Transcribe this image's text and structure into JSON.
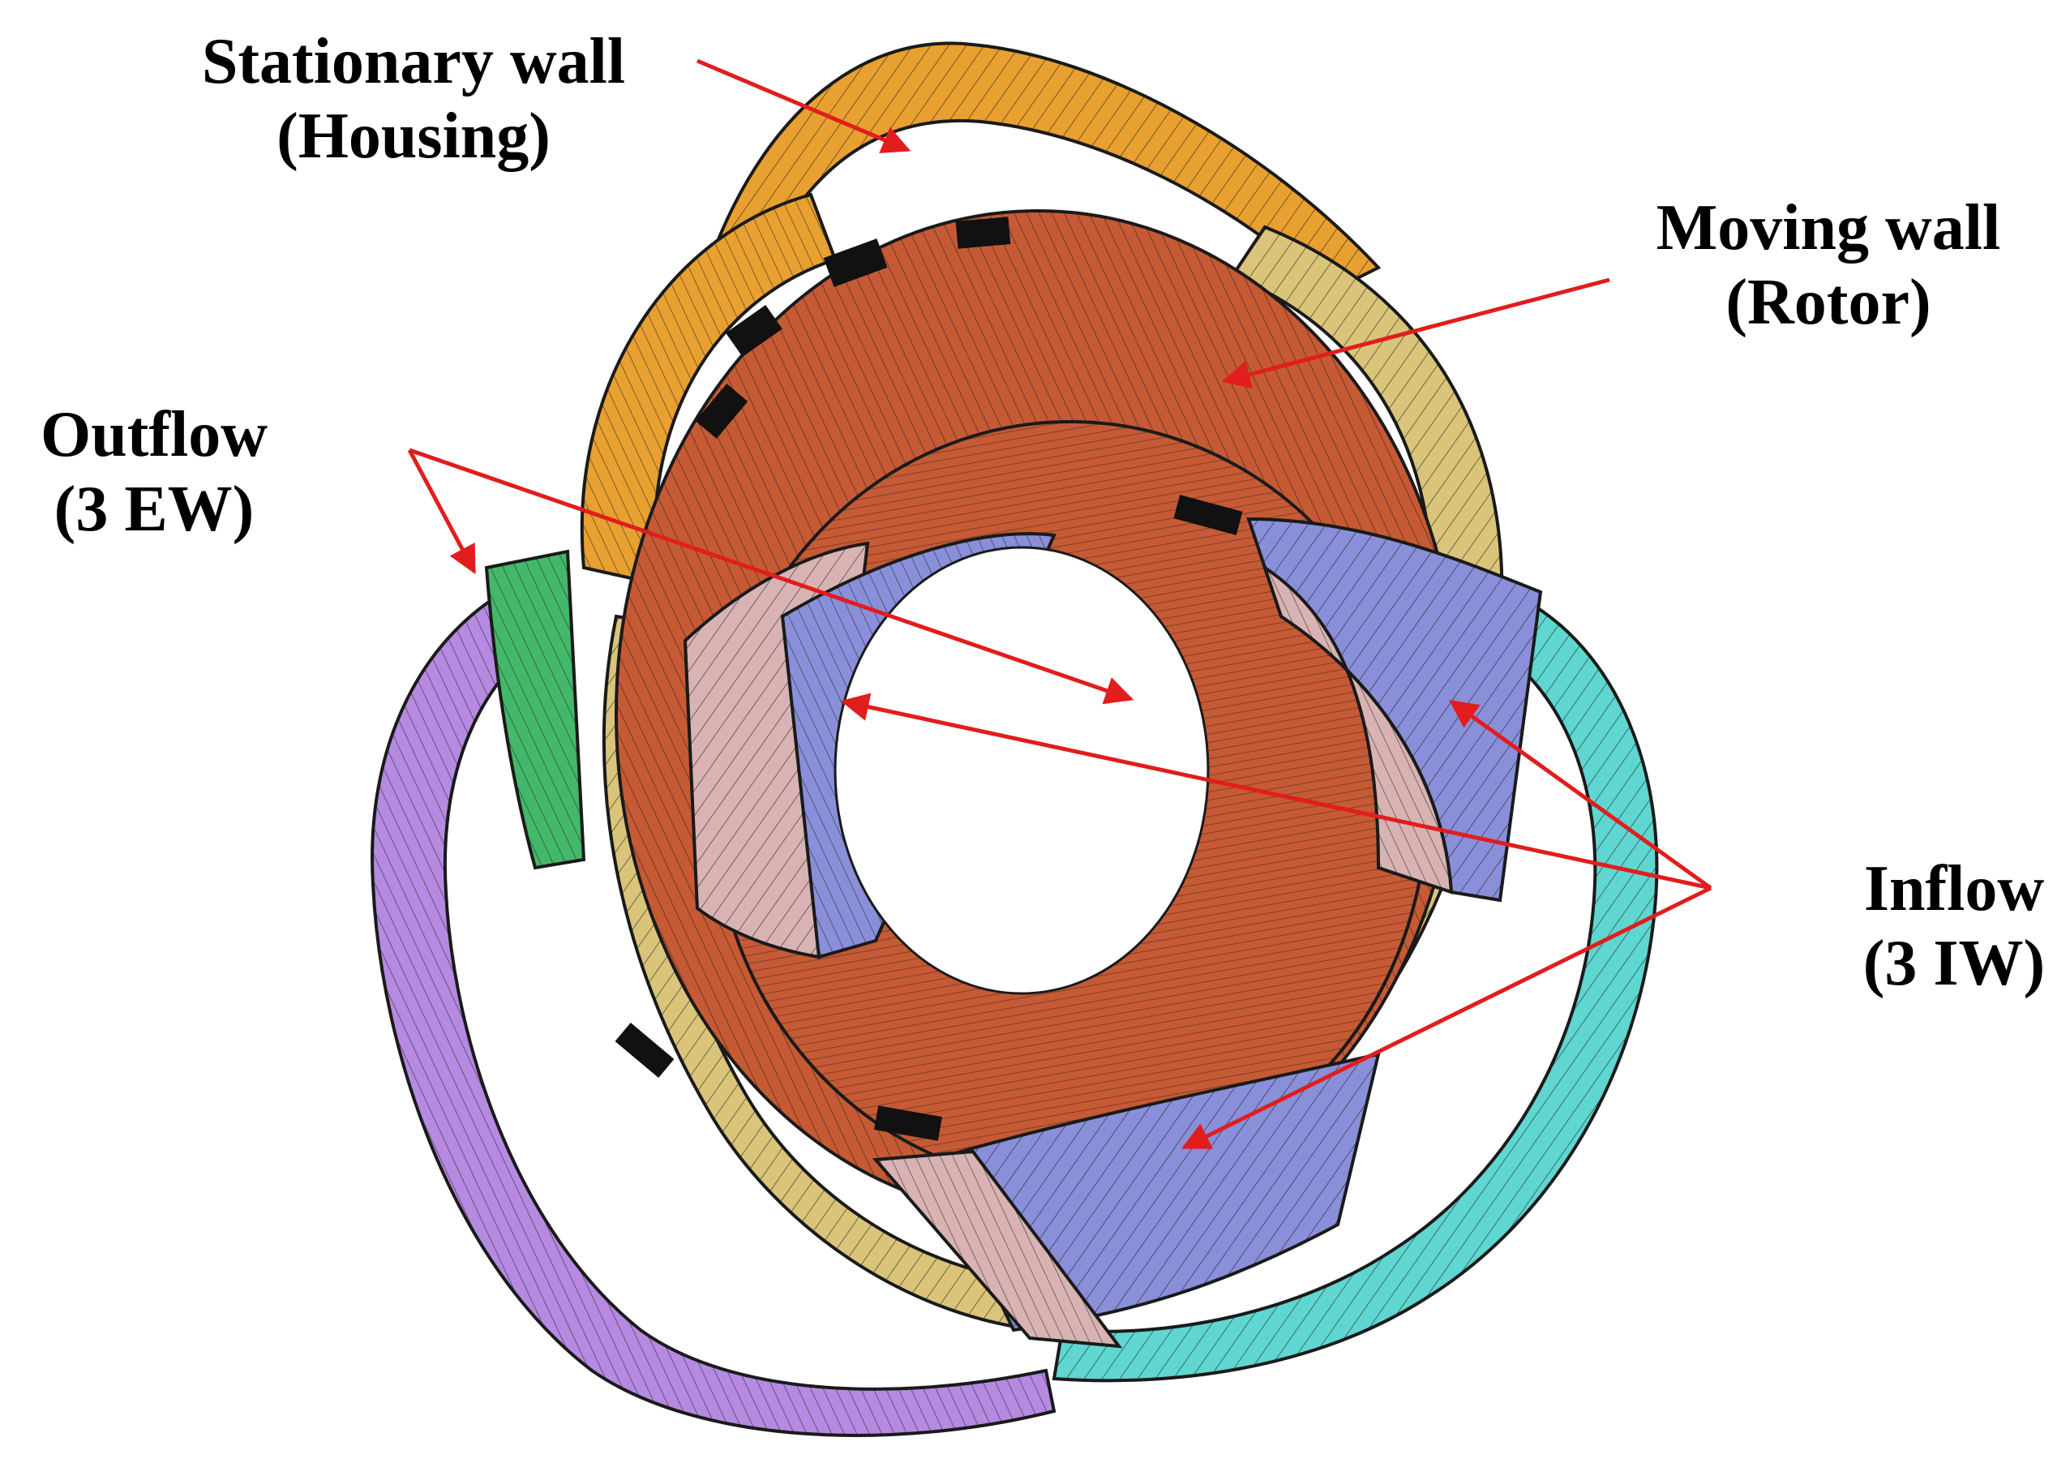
{
  "labels": {
    "stationary_wall": {
      "line1": "Stationary wall",
      "line2": "(Housing)"
    },
    "moving_wall": {
      "line1": "Moving wall",
      "line2": "(Rotor)"
    },
    "outflow": {
      "line1": "Outflow",
      "line2": "(3 EW)"
    },
    "inflow": {
      "line1": "Inflow",
      "line2": "(3 IW)"
    }
  },
  "colors": {
    "rotor": "#c65a35",
    "housing_ring": "#d9c47a",
    "stationary_lobe": "#e8a030",
    "outflow_port_purple": "#b58ae0",
    "outflow_port_cyan": "#5fd6d0",
    "outflow_port_green": "#44b86a",
    "inflow_pink": "#d9b3b3",
    "inflow_blue": "#8a8fd9",
    "mesh_line": "#1a1a1a",
    "arrow": "#e11d1d"
  }
}
